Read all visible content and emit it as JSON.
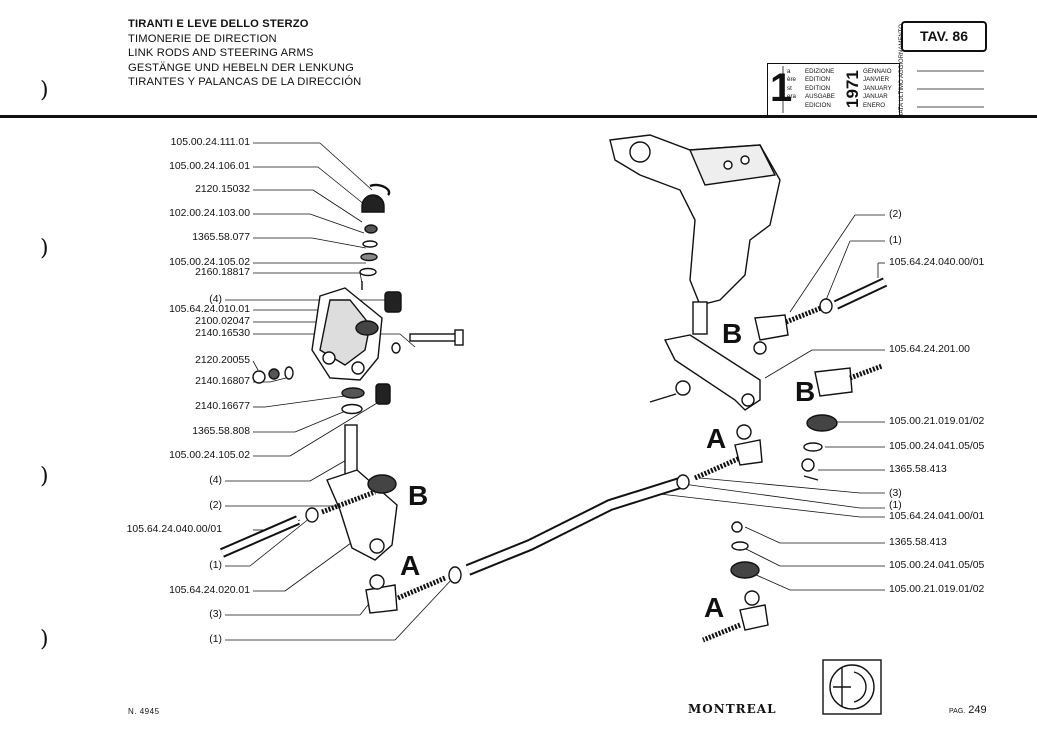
{
  "header": {
    "titles": [
      "TIRANTI E LEVE DELLO STERZO",
      "TIMONERIE DE DIRECTION",
      "LINK RODS AND STEERING ARMS",
      "GESTÄNGE UND HEBELN DER LENKUNG",
      "TIRANTES Y PALANCAS DE LA DIRECCIÓN"
    ],
    "plate": "TAV. 86"
  },
  "edition": {
    "number": "1",
    "suffixes": [
      "a",
      "ère",
      "st",
      "",
      "era"
    ],
    "words": [
      "EDIZIONE",
      "EDITION",
      "EDITION",
      "AUSGABE",
      "EDICION"
    ],
    "year": "1971",
    "months": [
      "GENNAIO",
      "JANVIER",
      "JANUARY",
      "JANUAR",
      "ENERO"
    ],
    "update_label": "DATA ULTIMO AGGIORNAMENTO"
  },
  "left_labels": [
    "105.00.24.111.01",
    "105.00.24.106.01",
    "2120.15032",
    "102.00.24.103.00",
    "1365.58.077",
    "105.00.24.105.02",
    "2160.18817",
    "(4)",
    "105.64.24.010.01",
    "2100.02047",
    "2140.16530",
    "2120.20055",
    "2140.16807",
    "2140.16677",
    "1365.58.808",
    "105.00.24.105.02",
    "(4)",
    "(2)",
    "105.64.24.040.00/01",
    "(1)",
    "105.64.24.020.01",
    "(3)",
    "(1)"
  ],
  "right_labels": [
    "(2)",
    "(1)",
    "105.64.24.040.00/01",
    "105.64.24.201.00",
    "105.00.21.019.01/02",
    "105.00.24.041.05/05",
    "1365.58.413",
    "(3)",
    "(1)",
    "105.64.24.041.00/01",
    "1365.58.413",
    "105.00.24.041.05/05",
    "105.00.21.019.01/02"
  ],
  "callouts": [
    "A",
    "A",
    "A",
    "B",
    "B",
    "B"
  ],
  "footer": {
    "doc_number": "N. 4945",
    "brand": "MONTREAL",
    "page_prefix": "PAG.",
    "page": "249"
  }
}
